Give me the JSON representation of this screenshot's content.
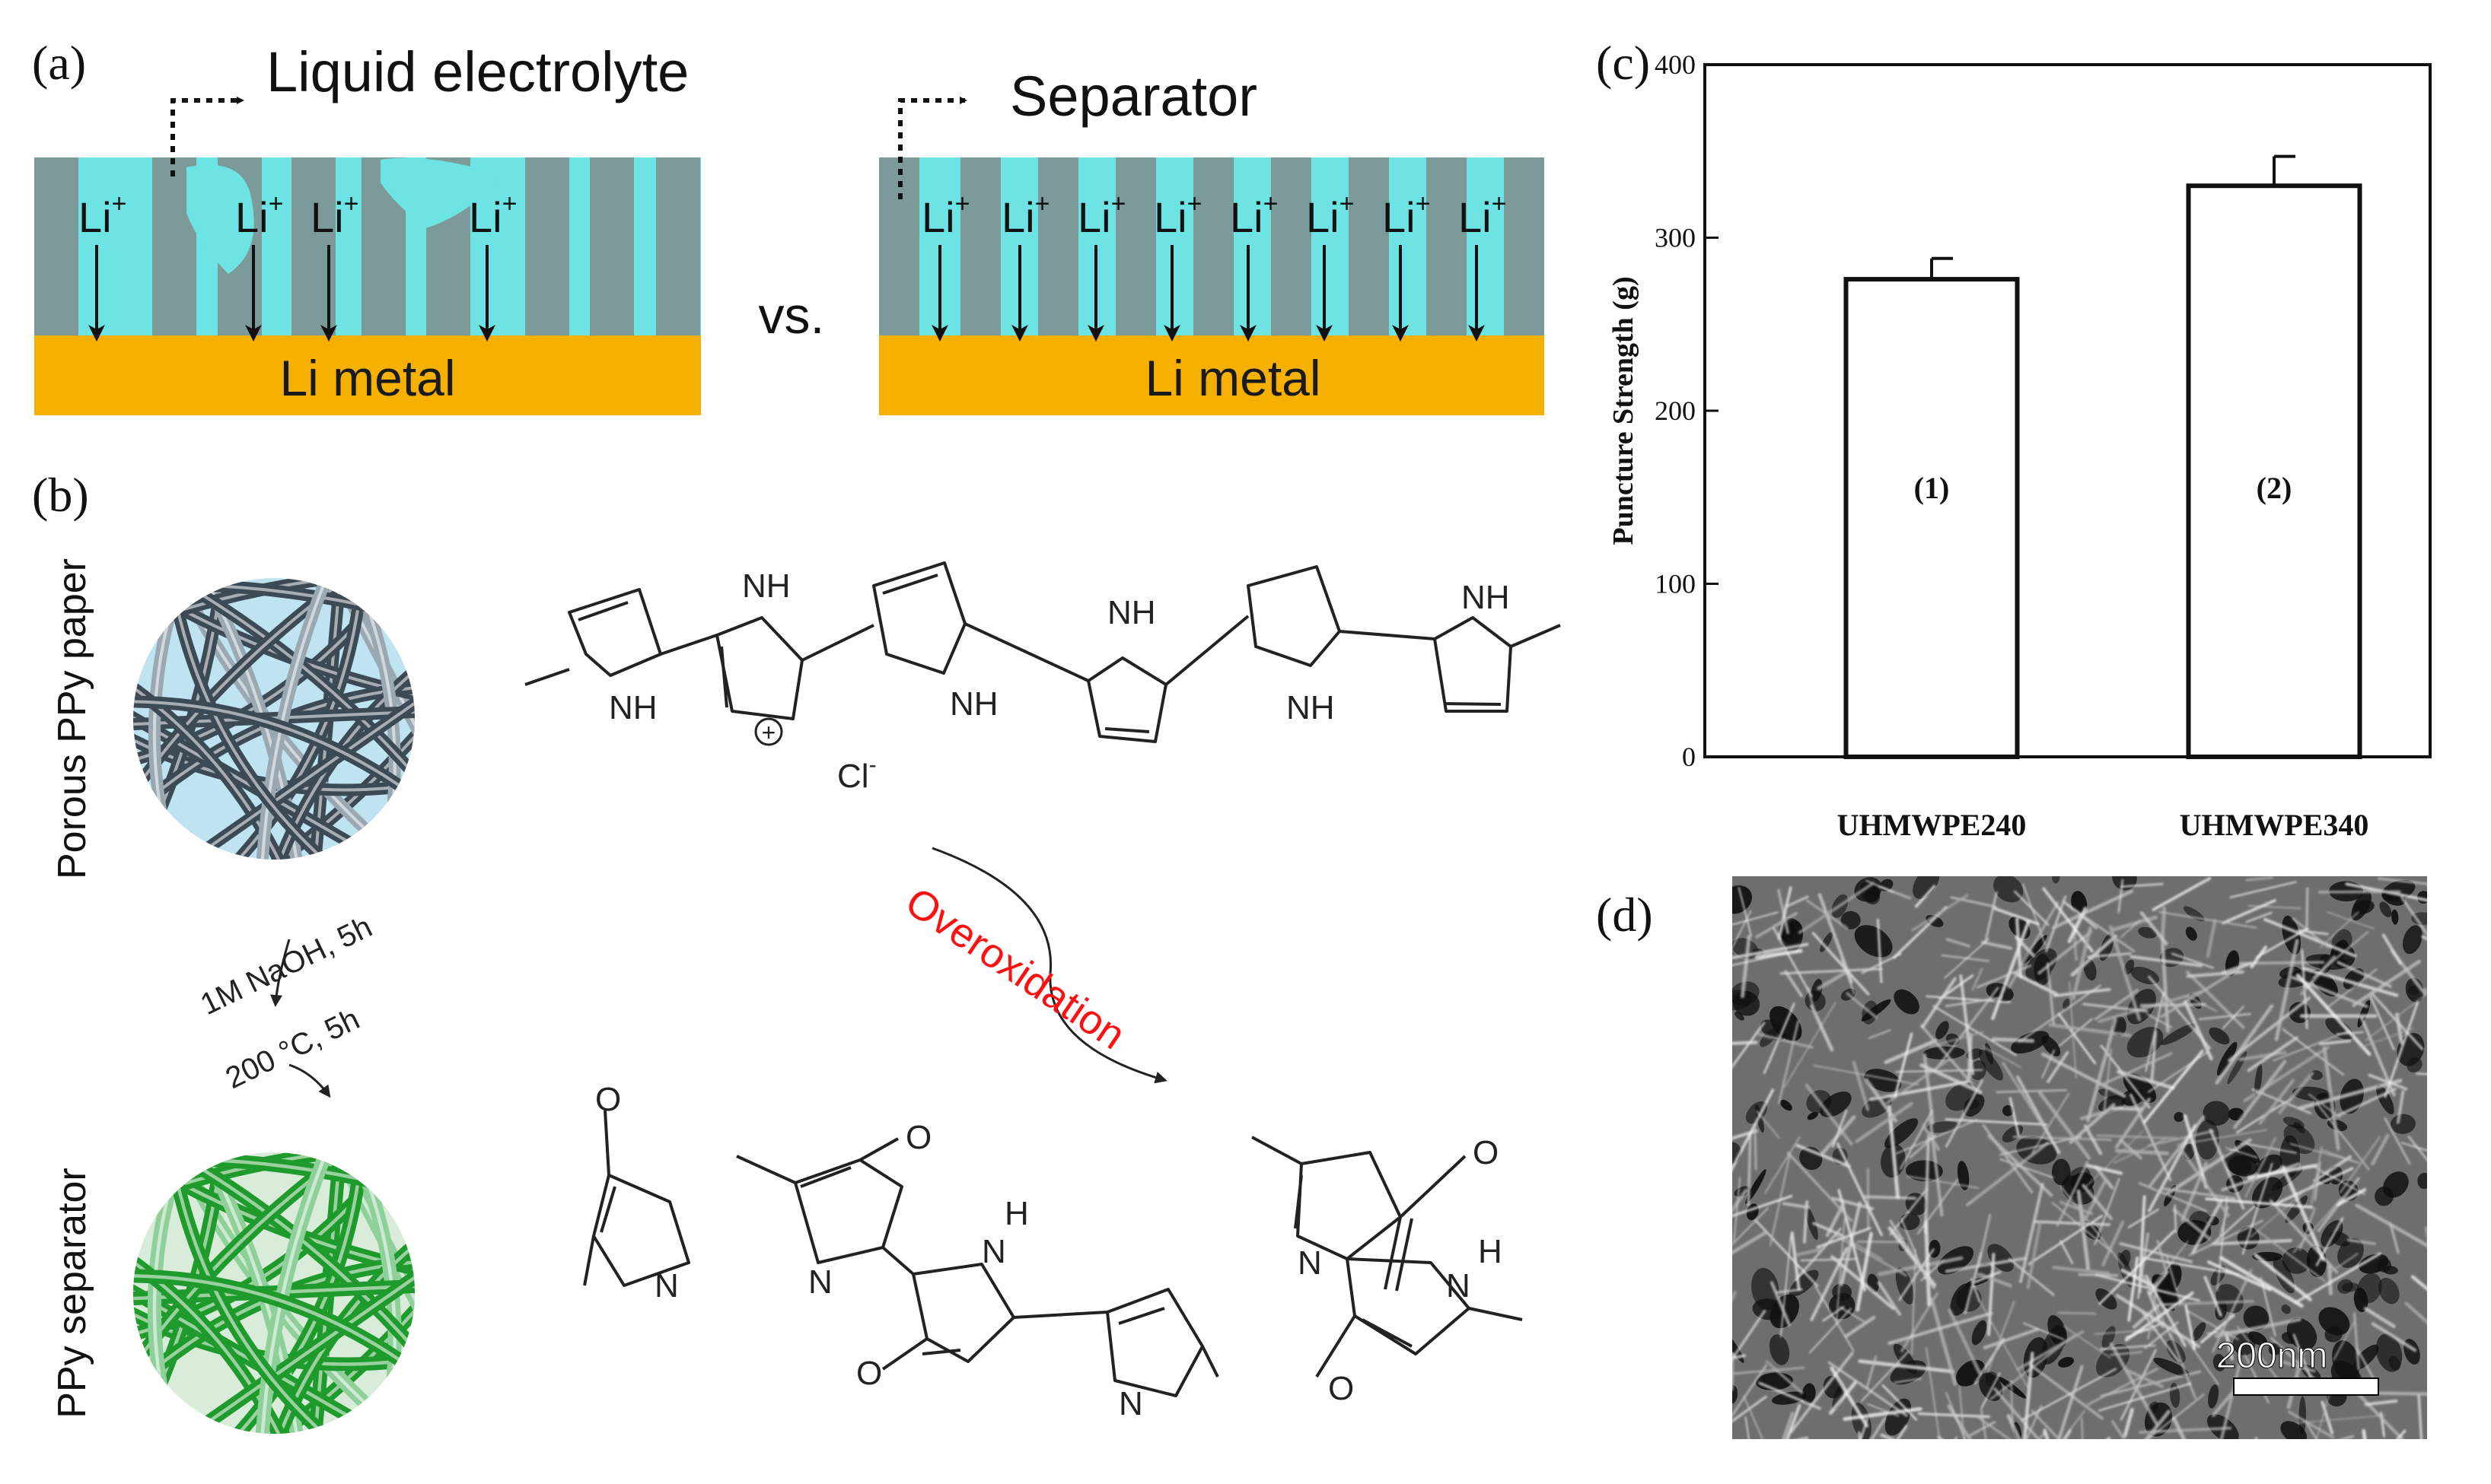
{
  "panels": {
    "a": {
      "label": "(a)",
      "left_callout": "Liquid electrolyte",
      "right_callout": "Separator",
      "versus": "vs.",
      "ion": "Li",
      "ion_charge": "+",
      "left_base": "Li metal",
      "right_base": "Li metal",
      "colors": {
        "pillar": "#7c9a9a",
        "electrolyte": "#6ee3e3",
        "base": "#f5b000",
        "base_text": "#1a1a1a"
      }
    },
    "b": {
      "label": "(b)",
      "top_material": "Porous PPy paper",
      "bottom_material": "PPy separator",
      "step1": "1M NaOH, 5h",
      "step2": "200 °C, 5h",
      "reaction": "Overoxidation",
      "nh": "NH",
      "h": "H",
      "n": "N",
      "o": "O",
      "counter_ion": "Cl",
      "counter_charge": "-",
      "charge_symbol": "+",
      "colors": {
        "paper_bg": "#bfe3f0",
        "paper_fiber": "#3c4a55",
        "sep_bg": "#d9ecd9",
        "sep_fiber": "#1f9a2c",
        "reaction": "#ff1010"
      }
    },
    "c": {
      "label": "(c)",
      "y_ticks": [
        "0",
        "100",
        "200",
        "300",
        "400"
      ],
      "chart_data": {
        "type": "bar",
        "categories": [
          "UHMWPE240",
          "UHMWPE340"
        ],
        "values": [
          276,
          330
        ],
        "errors": [
          12,
          17
        ],
        "bar_labels": [
          "(1)",
          "(2)"
        ],
        "ylabel": "Puncture Strength (g)",
        "ylim": [
          0,
          400
        ],
        "grid": false
      }
    },
    "d": {
      "label": "(d)",
      "scale_bar": "200nm"
    }
  }
}
